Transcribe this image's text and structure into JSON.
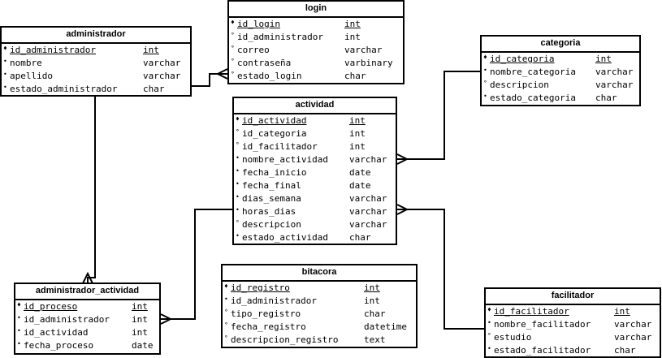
{
  "entities": {
    "administrador": {
      "title": "administrador",
      "rows": [
        {
          "name": "id_administrador",
          "type": "int",
          "key": "pk"
        },
        {
          "name": "nombre",
          "type": "varchar",
          "key": "req"
        },
        {
          "name": "apellido",
          "type": "varchar",
          "key": "req"
        },
        {
          "name": "estado_administrador",
          "type": "char",
          "key": "req"
        }
      ]
    },
    "login": {
      "title": "login",
      "rows": [
        {
          "name": "id_login",
          "type": "int",
          "key": "pk"
        },
        {
          "name": "id_administrador",
          "type": "int",
          "key": "opt"
        },
        {
          "name": "correo",
          "type": "varchar",
          "key": "opt"
        },
        {
          "name": "contraseña",
          "type": "varbinary",
          "key": "opt"
        },
        {
          "name": "estado_login",
          "type": "char",
          "key": "opt"
        }
      ]
    },
    "categoria": {
      "title": "categoria",
      "rows": [
        {
          "name": "id_categoria",
          "type": "int",
          "key": "pk"
        },
        {
          "name": "nombre_categoria",
          "type": "varchar",
          "key": "req"
        },
        {
          "name": "descripcion",
          "type": "varchar",
          "key": "opt"
        },
        {
          "name": "estado_categoria",
          "type": "char",
          "key": "req"
        }
      ]
    },
    "actividad": {
      "title": "actividad",
      "rows": [
        {
          "name": "id_actividad",
          "type": "int",
          "key": "pk"
        },
        {
          "name": "id_categoria",
          "type": "int",
          "key": "opt"
        },
        {
          "name": "id_facilitador",
          "type": "int",
          "key": "opt"
        },
        {
          "name": "nombre_actividad",
          "type": "varchar",
          "key": "req"
        },
        {
          "name": "fecha_inicio",
          "type": "date",
          "key": "req"
        },
        {
          "name": "fecha_final",
          "type": "date",
          "key": "req"
        },
        {
          "name": "dias_semana",
          "type": "varchar",
          "key": "req"
        },
        {
          "name": "horas_dias",
          "type": "varchar",
          "key": "req"
        },
        {
          "name": "descripcion",
          "type": "varchar",
          "key": "opt"
        },
        {
          "name": "estado_actividad",
          "type": "char",
          "key": "req"
        }
      ]
    },
    "bitacora": {
      "title": "bitacora",
      "rows": [
        {
          "name": "id_registro",
          "type": "int",
          "key": "pk"
        },
        {
          "name": "id_administrador",
          "type": "int",
          "key": "req"
        },
        {
          "name": "tipo_registro",
          "type": "char",
          "key": "opt"
        },
        {
          "name": "fecha_registro",
          "type": "datetime",
          "key": "opt"
        },
        {
          "name": "descripcion_registro",
          "type": "text",
          "key": "opt"
        }
      ]
    },
    "administrador_actividad": {
      "title": "administrador_actividad",
      "rows": [
        {
          "name": "id_proceso",
          "type": "int",
          "key": "pk"
        },
        {
          "name": "id_administrador",
          "type": "int",
          "key": "req"
        },
        {
          "name": "id_actividad",
          "type": "int",
          "key": "req"
        },
        {
          "name": "fecha_proceso",
          "type": "date",
          "key": "req"
        }
      ]
    },
    "facilitador": {
      "title": "facilitador",
      "rows": [
        {
          "name": "id_facilitador",
          "type": "int",
          "key": "pk"
        },
        {
          "name": "nombre_facilitador",
          "type": "varchar",
          "key": "req"
        },
        {
          "name": "estudio",
          "type": "varchar",
          "key": "opt"
        },
        {
          "name": "estado_facilitador",
          "type": "char",
          "key": "req"
        }
      ]
    }
  },
  "markers": {
    "pk": "♦",
    "req": "•",
    "opt": "°"
  },
  "colors": {
    "line": "#000000",
    "background": "#ffffff"
  }
}
